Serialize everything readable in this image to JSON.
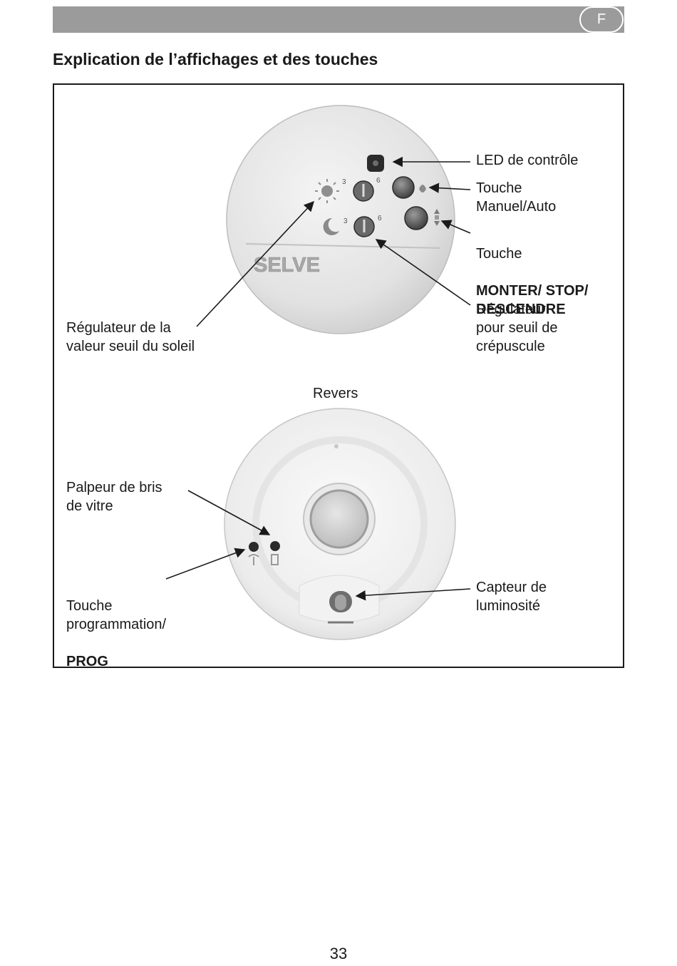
{
  "header": {
    "language_badge": "F"
  },
  "section_title": "Explication de l’affichages et des touches",
  "figure": {
    "front": {
      "brand_logo": "SELVE",
      "sun_scale_min": "3",
      "sun_scale_max": "6",
      "dusk_scale_min": "3",
      "dusk_scale_max": "6"
    },
    "labels": {
      "led": "LED de contrôle",
      "manual_auto": "Touche\nManuel/Auto",
      "up_stop_down_line1": "Touche",
      "up_stop_down_line2": "MONTER/ STOP/\nDESCENDRE",
      "sun_regulator": "Régulateur de la\nvaleur seuil du soleil",
      "dusk_regulator": "Régulateur\npour seuil de\ncrépuscule",
      "reverse_heading": "Revers",
      "glass_break": "Palpeur de bris\nde vitre",
      "prog_line1": "Touche\nprogrammation/",
      "prog_line2": "PROG",
      "light_sensor": "Capteur de\nluminosité"
    }
  },
  "page_number": "33",
  "colors": {
    "header_bar": "#9b9b9b",
    "device_body": "#dedede",
    "text": "#1a1a1a"
  }
}
